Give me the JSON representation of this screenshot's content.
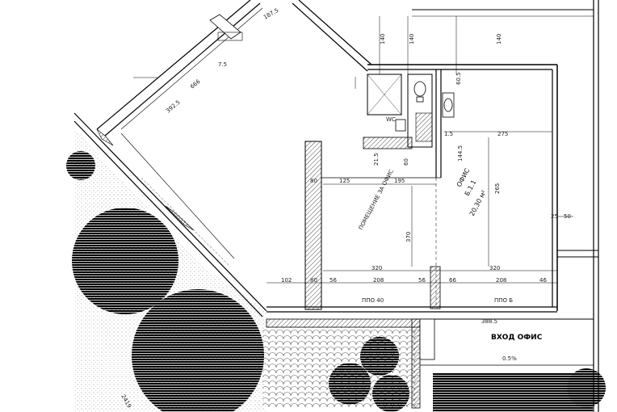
{
  "labels": {
    "office_name": "ОФИС",
    "office_code": "Б.1.1",
    "office_area": "20,30 м²",
    "room_label": "ПОМЕЩЕНИЕ ЗА ОФИС",
    "entrance": "ВХОД ОФИС",
    "floor_mark1": "ППО 40",
    "floor_mark2": "ППО Б",
    "wc": "WC",
    "slope": "0.5%",
    "spot_level": "388.5"
  },
  "dimensions": {
    "d_187": "187.5",
    "d_75": "7.5",
    "d_666": "666",
    "d_3925": "392.5",
    "d_140a": "140",
    "d_140b": "140",
    "d_140c": "140",
    "d_605": "60.5",
    "d_15": "1.5",
    "d_275": "275",
    "d_1445": "144.5",
    "d_125": "125",
    "d_195": "195",
    "d_80": "80",
    "d_370": "370",
    "d_320a": "320",
    "d_320b": "320",
    "d_102": "102",
    "d_56a": "56",
    "d_56b": "56",
    "d_208a": "208",
    "d_208b": "208",
    "d_66": "66",
    "d_46": "46",
    "d_25": "25",
    "d_50": "50",
    "d_265": "265",
    "d_215": "21.5",
    "d_60": "60",
    "d_2419": "2419"
  }
}
